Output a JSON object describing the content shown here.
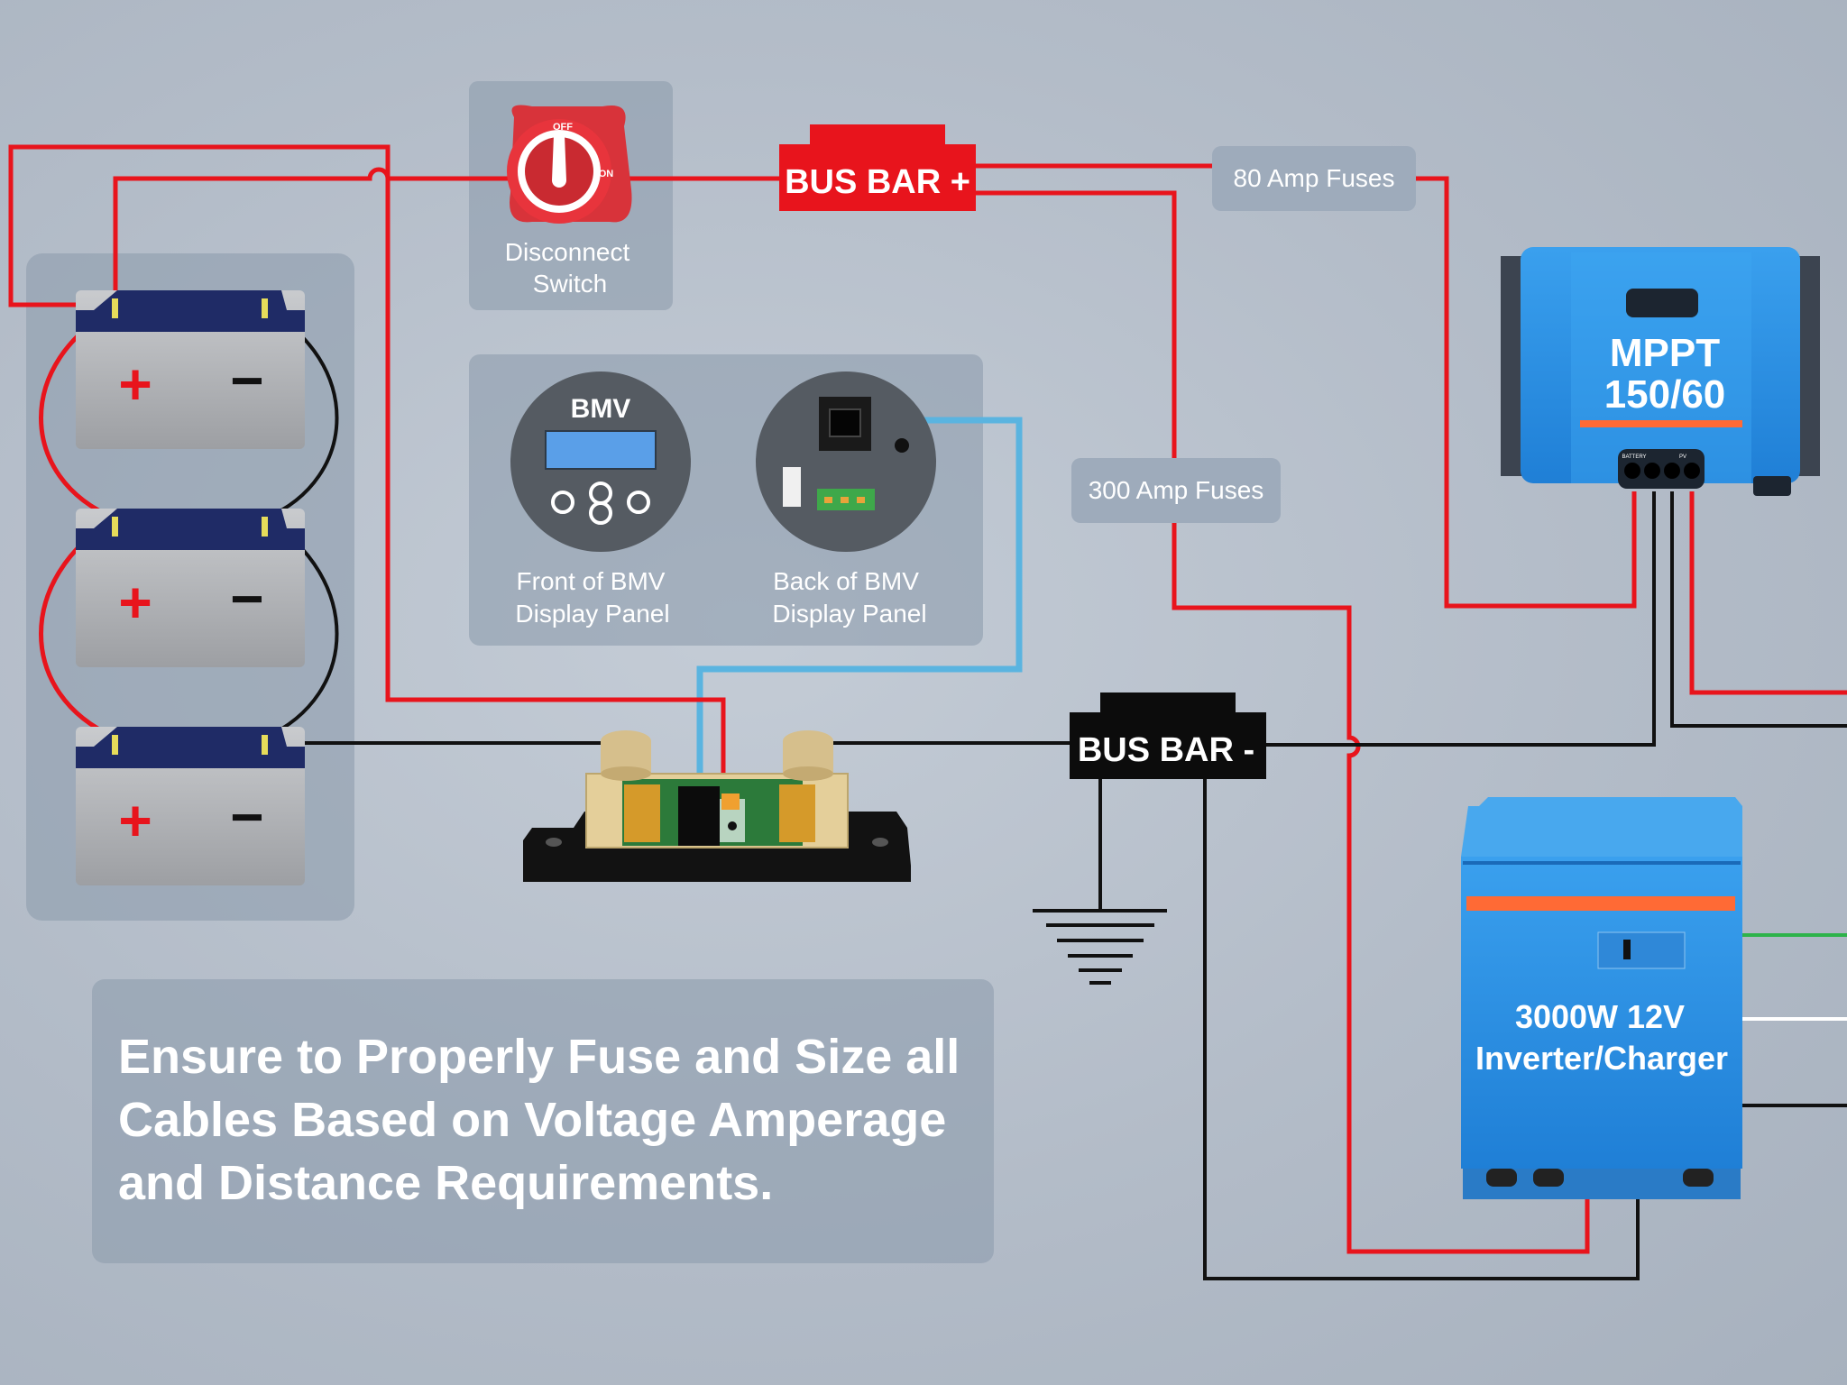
{
  "labels": {
    "disconnect_line1": "Disconnect",
    "disconnect_line2": "Switch",
    "switch_off": "OFF",
    "switch_on": "ON",
    "bus_bar_pos": "BUS BAR +",
    "bus_bar_neg": "BUS BAR -",
    "fuse_80": "80 Amp Fuses",
    "fuse_300": "300 Amp Fuses",
    "bmv_title": "BMV",
    "bmv_front_line1": "Front of BMV",
    "bmv_front_line2": "Display Panel",
    "bmv_back_line1": "Back of BMV",
    "bmv_back_line2": "Display Panel",
    "mppt_line1": "MPPT",
    "mppt_line2": "150/60",
    "mppt_port_battery": "BATTERY",
    "mppt_port_pv": "PV",
    "inverter_line1": "3000W 12V",
    "inverter_line2": "Inverter/Charger",
    "battery_plus": "+",
    "battery_minus": "−"
  },
  "note": {
    "line1": "Ensure to Properly Fuse and Size all",
    "line2": "Cables Based on Voltage Amperage",
    "line3": "and Distance Requirements."
  },
  "colors": {
    "positive_wire": "#e8141c",
    "negative_wire": "#111111",
    "bmv_cable": "#5ab4e0",
    "bus_bar_pos": "#e8141c",
    "bus_bar_neg": "#0c0c0c",
    "victron_blue": "#2a8fe0",
    "battery_lid": "#1f2b66",
    "ac_green": "#2db34a",
    "ac_white": "#ffffff"
  }
}
